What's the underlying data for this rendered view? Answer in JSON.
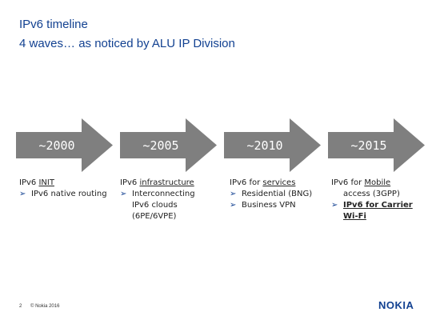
{
  "slide": {
    "title": "IPv6 timeline",
    "subtitle": "4 waves… as noticed by ALU IP Division"
  },
  "colors": {
    "arrow": "#7f7f7f",
    "brand": "#124191"
  },
  "waves": [
    {
      "label": "~2000",
      "head_prefix": "IPv6 ",
      "head_link": "INIT",
      "bullets": [
        "IPv6 native routing"
      ]
    },
    {
      "label": "~2005",
      "head_prefix": "IPv6 ",
      "head_link": "infrastructure",
      "bullets": [
        "Interconnecting"
      ],
      "bullet_cont": [
        "IPv6 clouds",
        "(6PE/6VPE)"
      ]
    },
    {
      "label": "~2010",
      "head_prefix": "IPv6 for ",
      "head_link": "services",
      "bullets": [
        "Residential (BNG)",
        "Business VPN"
      ]
    },
    {
      "label": "~2015",
      "head_prefix": "IPv6 for ",
      "head_link": "Mobile",
      "head_cont": "access (3GPP)",
      "bullets": [
        "IPv6 for Carrier"
      ],
      "bullet_cont": [
        "Wi-Fi"
      ]
    }
  ],
  "footer": {
    "page_number": "2",
    "copyright": "© Nokia 2016",
    "logo": "NOKIA"
  }
}
